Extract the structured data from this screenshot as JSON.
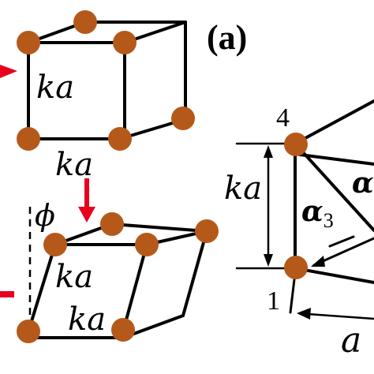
{
  "panel_label": "(a)",
  "colors": {
    "node": "#b5591a",
    "line": "#000000",
    "arrow": "#e8001c",
    "background": "#ffffff"
  },
  "top_cube": {
    "vertical_edge_label": "ka",
    "bottom_edge_label": "ka"
  },
  "sheared_cube": {
    "shear_angle_label": "ϕ",
    "left_edge_label": "ka",
    "bottom_edge_label": "ka"
  },
  "right_structure": {
    "node_top_label": "4",
    "node_bottom_label": "1",
    "height_label": "ka",
    "alpha3_symbol": "α",
    "alpha3_subscript": "3",
    "alpha_upper_symbol": "α",
    "bottom_length_label": "a"
  }
}
